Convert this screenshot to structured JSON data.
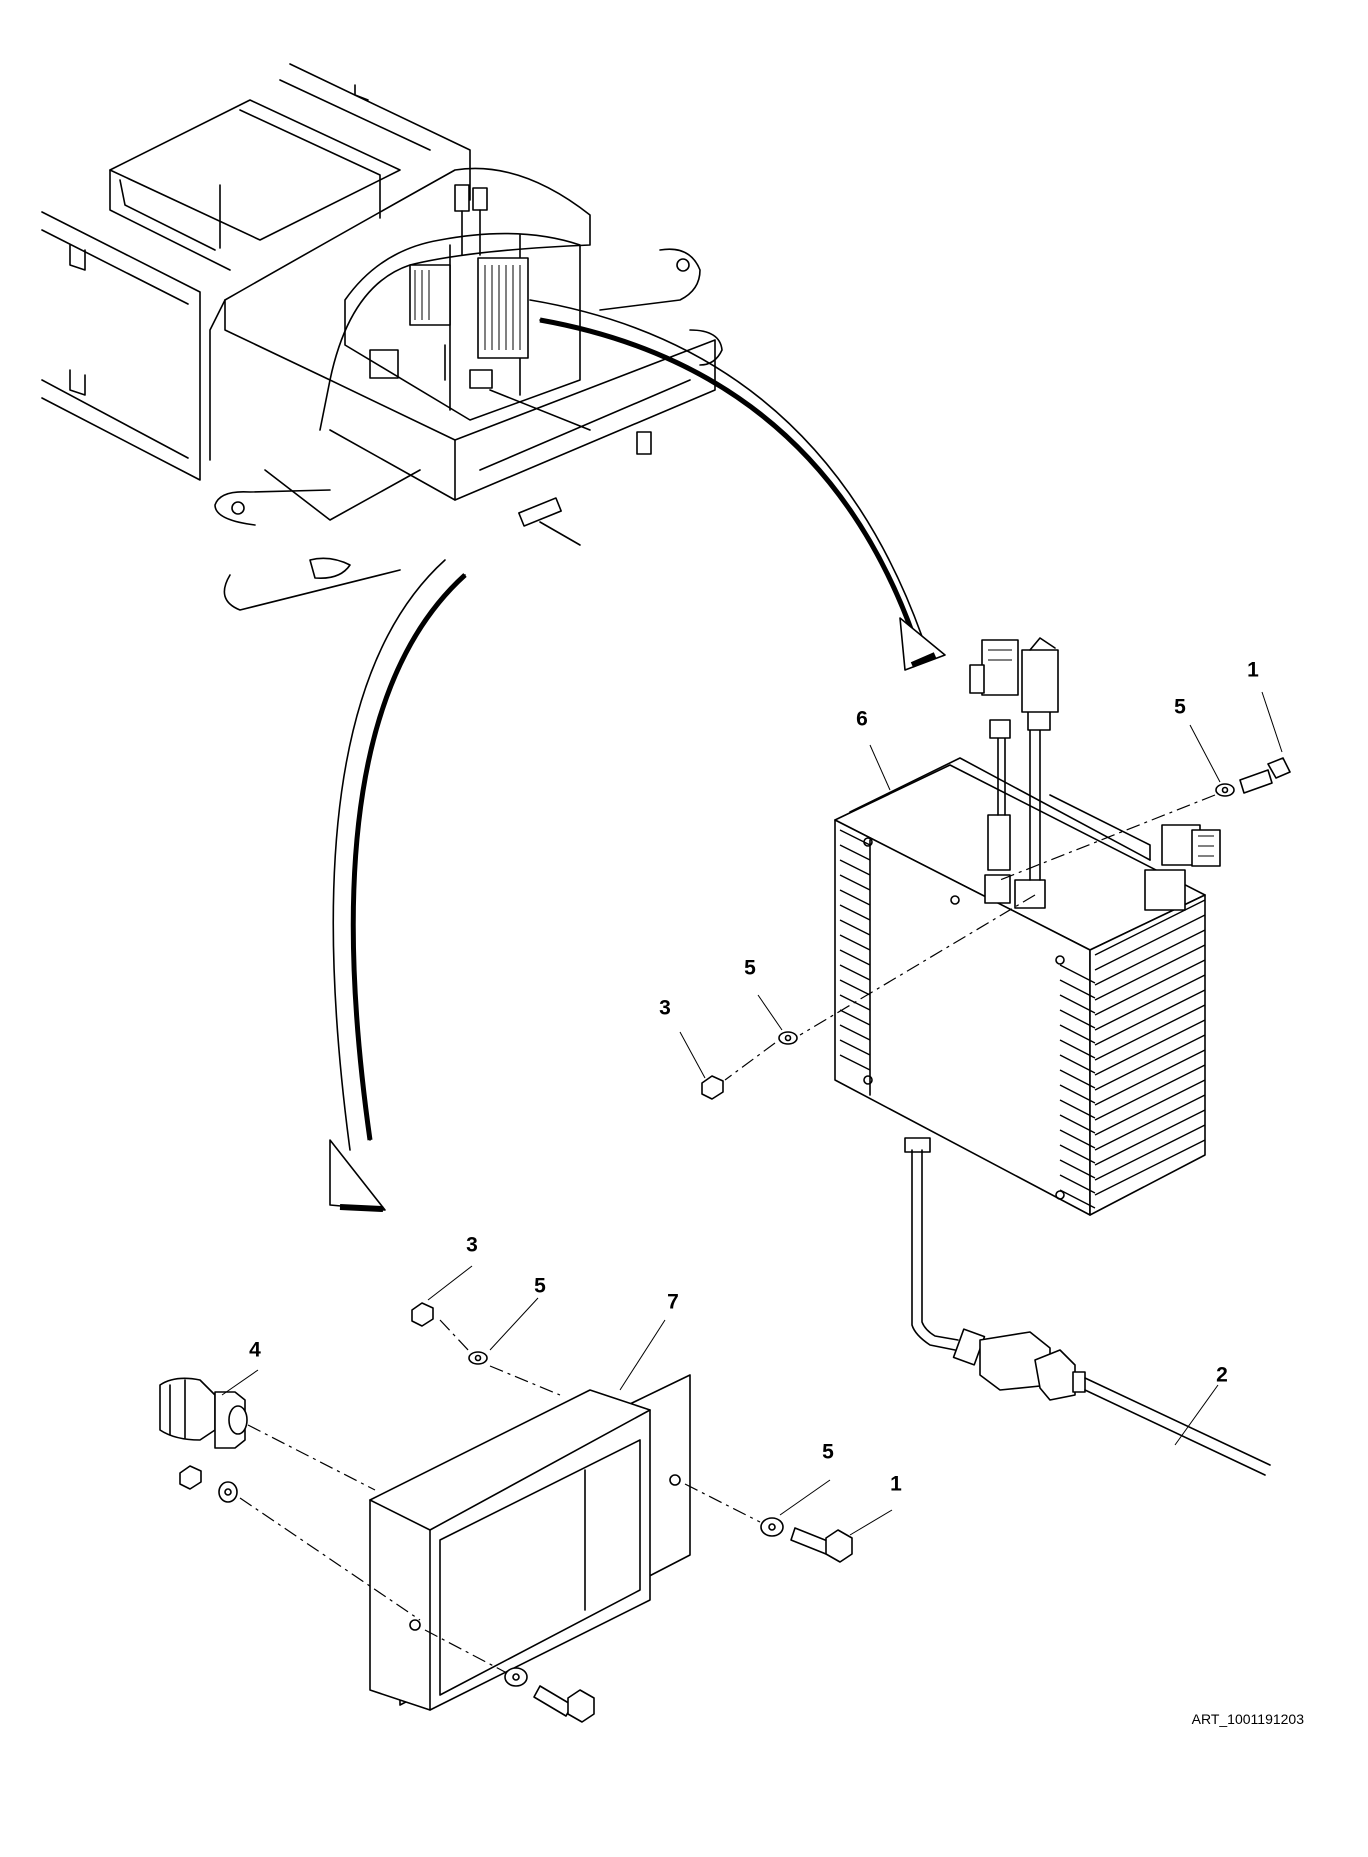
{
  "diagram": {
    "callouts": {
      "c1_top": "1",
      "c5_top": "5",
      "c6": "6",
      "c5_mid": "5",
      "c3_mid": "3",
      "c3_low": "3",
      "c5_low": "5",
      "c4": "4",
      "c7": "7",
      "c2": "2",
      "c5_right": "5",
      "c1_right": "1"
    },
    "art_id": "ART_1001191203"
  }
}
